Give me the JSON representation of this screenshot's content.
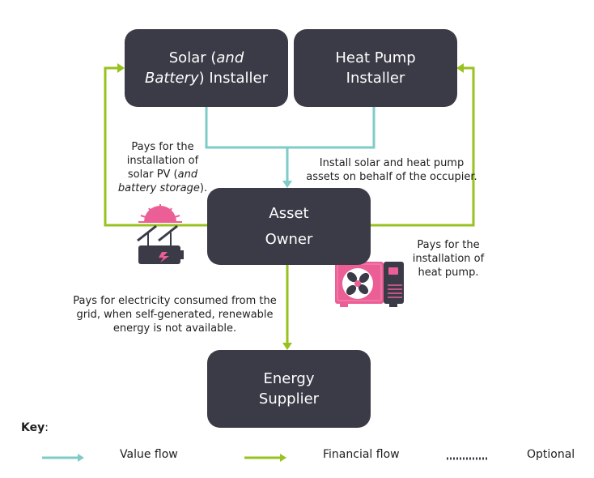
{
  "nodes": {
    "solar_installer": {
      "line1_pre": "Solar (",
      "line1_italic": "and",
      "line2_italic": "Battery",
      "line2_post": ") Installer"
    },
    "heat_pump_installer": {
      "line1": "Heat Pump",
      "line2": "Installer"
    },
    "asset_owner": {
      "line1": "Asset",
      "line2": "Owner"
    },
    "energy_supplier": {
      "line1": "Energy",
      "line2": "Supplier"
    }
  },
  "labels": {
    "pays_solar": {
      "l1": "Pays for the",
      "l2": "installation of",
      "l3_pre": "solar PV (",
      "l3_italic": "and",
      "l4_italic": "battery storage",
      "l4_post": ")."
    },
    "install_assets": {
      "l1": "Install solar and heat pump",
      "l2": "assets on behalf of the occupier."
    },
    "pays_heat_pump": {
      "l1": "Pays for the",
      "l2": "installation of",
      "l3": "heat pump."
    },
    "pays_electricity": {
      "l1": "Pays for electricity consumed from the",
      "l2": "grid, when self-generated, renewable",
      "l3": "energy is not available."
    }
  },
  "icons": [
    "solar-battery-icon",
    "heat-pump-icon"
  ],
  "colors": {
    "value_flow": "#7ecbc8",
    "financial_flow": "#97c21f",
    "node": "#3a3b47",
    "accent": "#ec5f96"
  },
  "key": {
    "title": "Key",
    "colon": ":",
    "items": [
      {
        "label": "Value flow"
      },
      {
        "label": "Financial flow"
      },
      {
        "label": "Optional"
      }
    ]
  }
}
